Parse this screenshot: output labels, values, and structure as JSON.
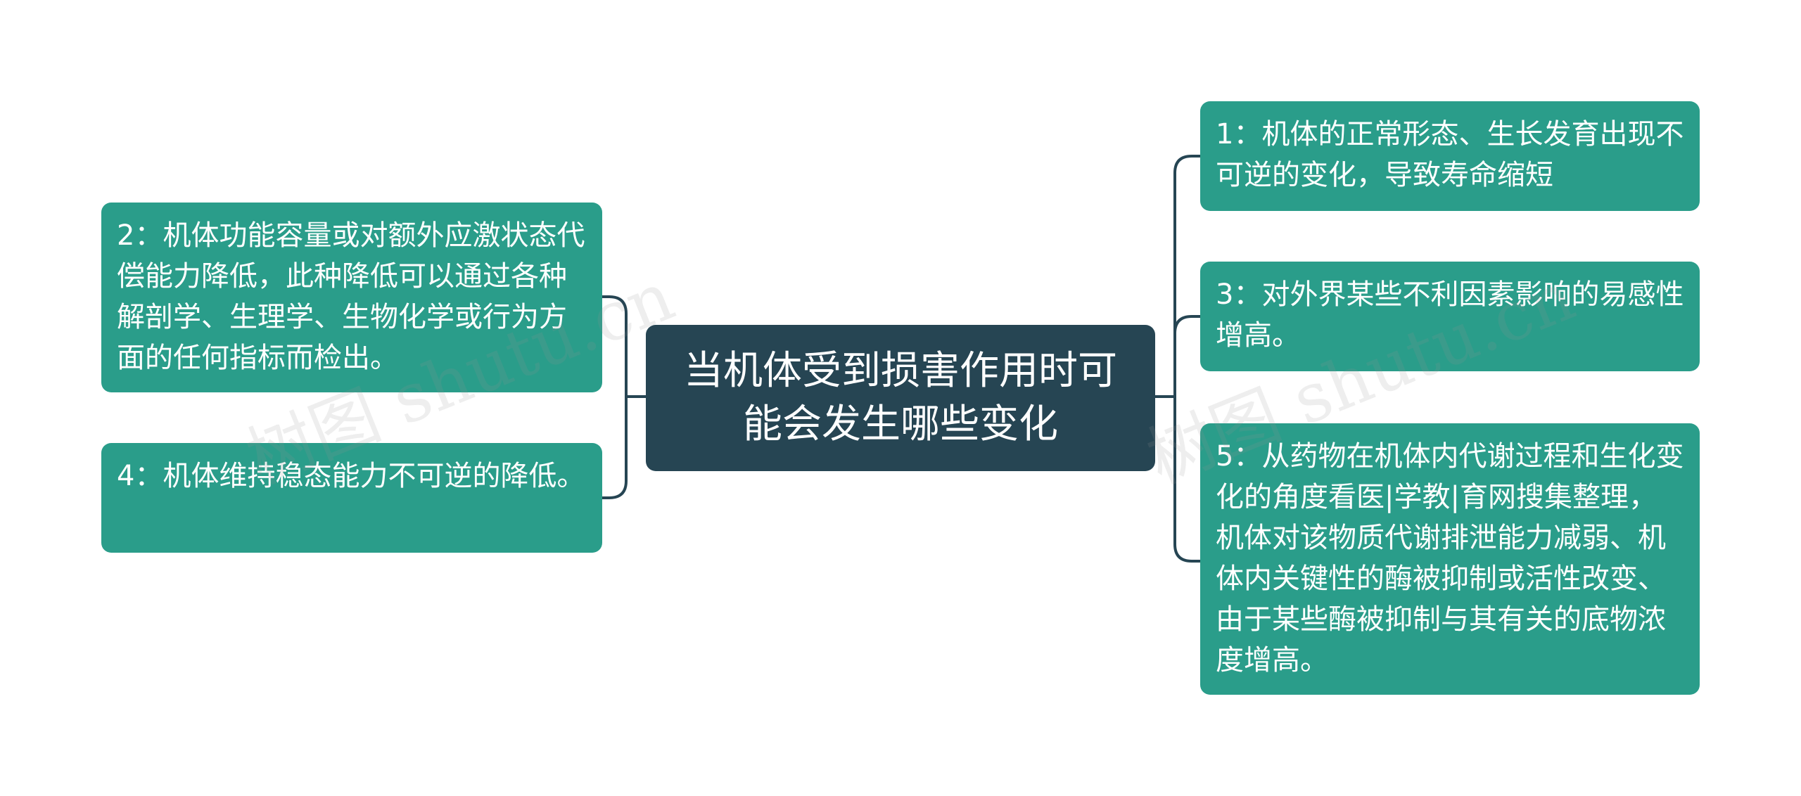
{
  "root": {
    "text": "当机体受到损害作用时可能会发生哪些变化"
  },
  "left_nodes": [
    {
      "text": "2：机体功能容量或对额外应激状态代偿能力降低，此种降低可以通过各种解剖学、生理学、生物化学或行为方面的任何指标而检出。"
    },
    {
      "text": "4：机体维持稳态能力不可逆的降低。"
    }
  ],
  "right_nodes": [
    {
      "text": "1：机体的正常形态、生长发育出现不可逆的变化，导致寿命缩短"
    },
    {
      "text": "3：对外界某些不利因素影响的易感性增高。"
    },
    {
      "text": "5：从药物在机体内代谢过程和生化变化的角度看医|学教|育网搜集整理，机体对该物质代谢排泄能力减弱、机体内关键性的酶被抑制或活性改变、由于某些酶被抑制与其有关的底物浓度增高。"
    }
  ],
  "watermarks": [
    {
      "text": "树图 shutu.cn"
    },
    {
      "text": "树图 shutu.cn"
    }
  ],
  "colors": {
    "root_fill": "#264553",
    "leaf_fill": "#2a9d8a",
    "connector": "#264553"
  }
}
